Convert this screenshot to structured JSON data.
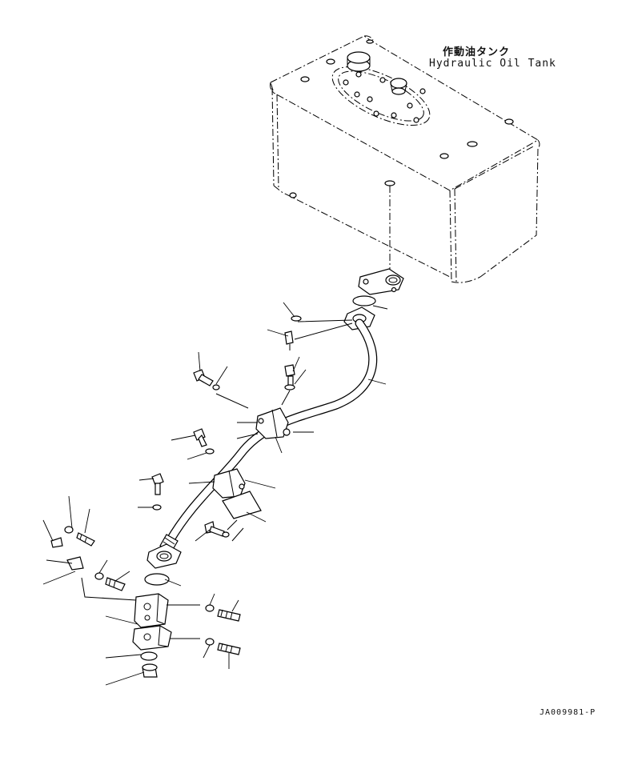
{
  "diagram": {
    "title_jp": "作動油タンク",
    "title_en": "Hydraulic Oil Tank",
    "drawing_code": "JA009981-P"
  },
  "colors": {
    "line": "#000000",
    "background": "#ffffff"
  }
}
